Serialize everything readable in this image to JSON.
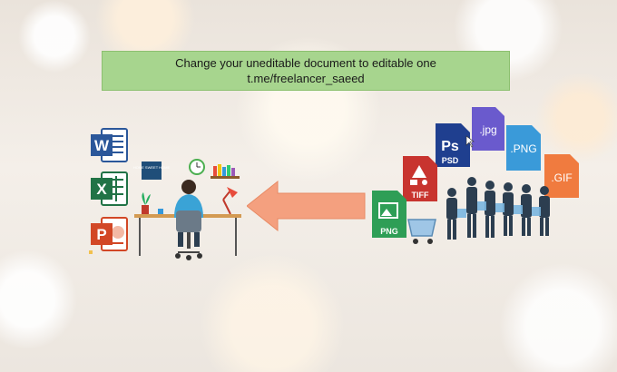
{
  "banner": {
    "line1": "Change your uneditable document to editable one",
    "line2": "t.me/freelancer_saeed"
  },
  "left_icons": {
    "word": {
      "letter": "W",
      "color": "#2b579a"
    },
    "excel": {
      "letter": "X",
      "color": "#217346"
    },
    "powerpoint": {
      "letter": "P",
      "color": "#d24726"
    }
  },
  "desk": {
    "book_label": "HOME SWEET HOME"
  },
  "file_icons": [
    {
      "name": "png",
      "label": "PNG",
      "color": "#2e9e56"
    },
    {
      "name": "tiff",
      "label": "TIFF",
      "color": "#c8342f"
    },
    {
      "name": "psd",
      "label": "PSD",
      "symbol": "Ps",
      "color": "#1f3f8f"
    },
    {
      "name": "jpg",
      "label": ".jpg",
      "color": "#6a5acd"
    },
    {
      "name": "png-dot",
      "label": ".PNG",
      "color": "#3a9ad9"
    },
    {
      "name": "gif",
      "label": ".GIF",
      "color": "#f07b3f"
    }
  ],
  "arrow": {
    "color": "#f4a07f"
  }
}
